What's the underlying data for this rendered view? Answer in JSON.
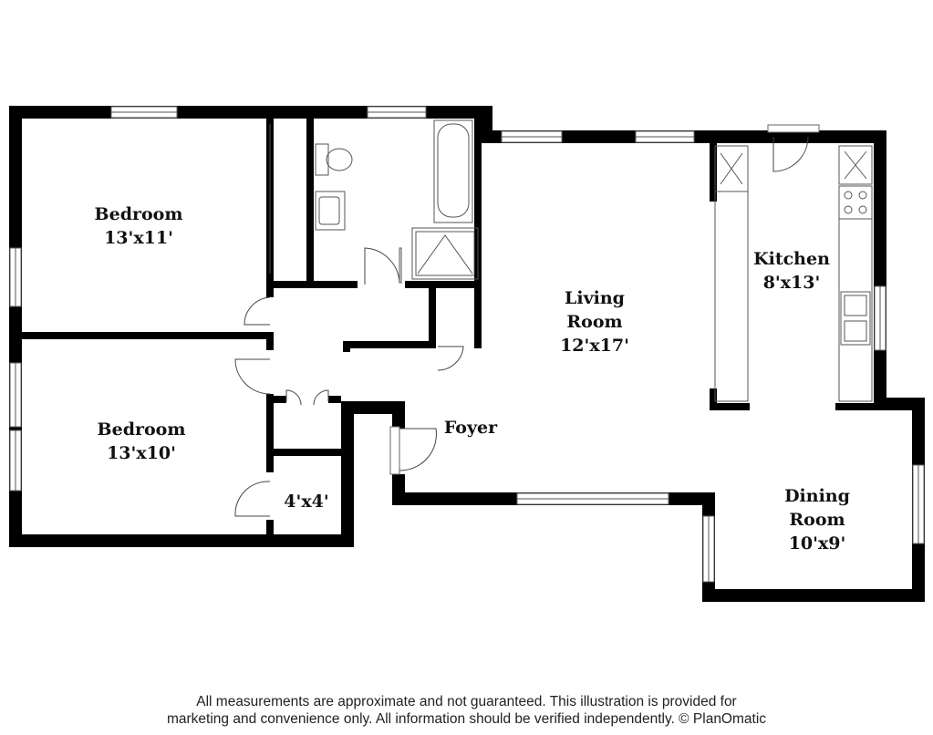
{
  "rooms": {
    "bedroom1": {
      "name": "Bedroom",
      "size": "13'x11'"
    },
    "bedroom2": {
      "name": "Bedroom",
      "size": "13'x10'"
    },
    "closet": {
      "size": "4'x4'"
    },
    "living": {
      "name_line1": "Living",
      "name_line2": "Room",
      "size": "12'x17'"
    },
    "foyer": {
      "name": "Foyer"
    },
    "kitchen": {
      "name": "Kitchen",
      "size": "8'x13'"
    },
    "dining": {
      "name_line1": "Dining",
      "name_line2": "Room",
      "size": "10'x9'"
    }
  },
  "disclaimer": {
    "line1": "All measurements are approximate and not guaranteed. This illustration is provided for",
    "line2": "marketing and convenience only. All information should be verified independently. © PlanOmatic"
  }
}
